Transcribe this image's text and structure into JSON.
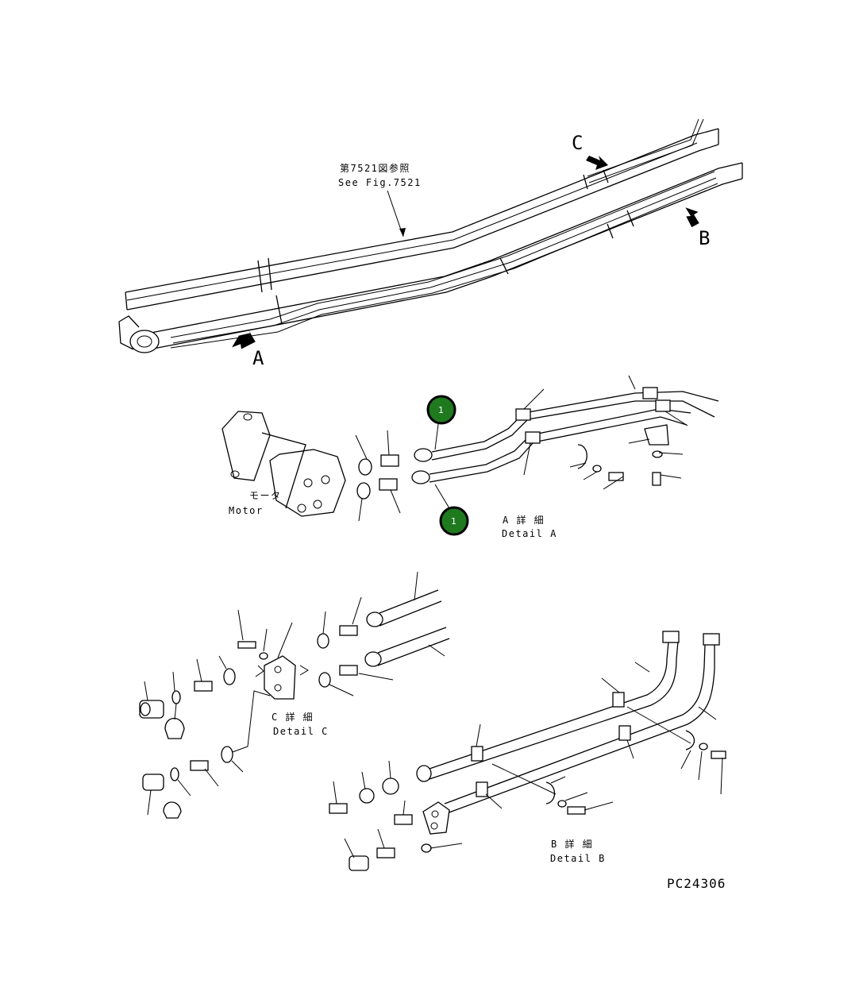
{
  "labels": {
    "see_fig_jp": "第7521図参照",
    "see_fig_en": "See Fig.7521",
    "arrow_a": "A",
    "arrow_b": "B",
    "arrow_c": "C",
    "motor_jp": "モータ",
    "motor_en": "Motor",
    "detail_a_jp": "A 詳 細",
    "detail_a_en": "Detail A",
    "detail_b_jp": "B 詳 細",
    "detail_b_en": "Detail B",
    "detail_c_jp": "C 詳 細",
    "detail_c_en": "Detail C",
    "drawing_no": "PC24306"
  },
  "callouts": [
    {
      "number": "1"
    },
    {
      "number": "1"
    }
  ],
  "colors": {
    "callout_fill": "#1f7a1f",
    "line": "#000000",
    "background": "#ffffff"
  }
}
